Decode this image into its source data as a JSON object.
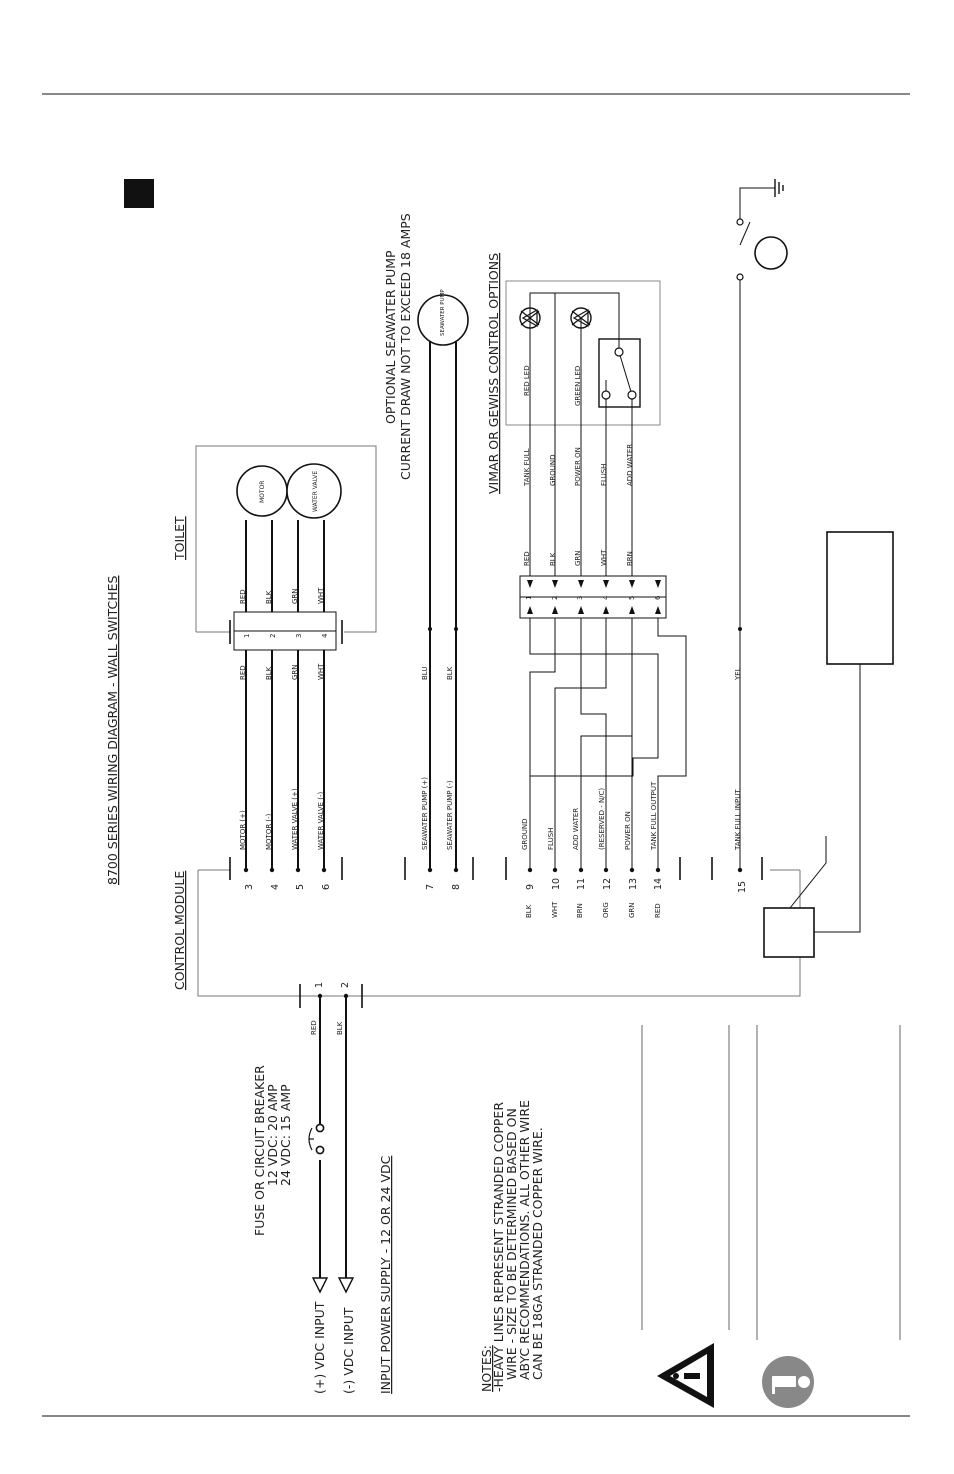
{
  "diagram": {
    "title": "8700 SERIES WIRING DIAGRAM - WALL SWITCHES",
    "control_module_label": "CONTROL MODULE",
    "toilet_label": "TOILET",
    "pump_note_1": "OPTIONAL SEAWATER PUMP",
    "pump_note_2": "CURRENT DRAW NOT TO EXCEED 18 AMPS",
    "switch_options_label": "VIMAR OR GEWISS CONTROL OPTIONS",
    "fuse": {
      "line1": "FUSE OR CIRCUIT BREAKER",
      "line2": "12 VDC: 20 AMP",
      "line3": "24 VDC: 15 AMP"
    },
    "inputs": {
      "pos": "(+) VDC INPUT",
      "neg": "(-) VDC INPUT",
      "supply": "INPUT POWER SUPPLY - 12 OR 24 VDC",
      "pin1": "1",
      "pin2": "2",
      "wire1": "RED",
      "wire2": "BLK"
    },
    "notes": {
      "heading": "NOTES:",
      "lines": [
        "-HEAVY LINES REPRESENT STRANDED COPPER",
        "WIRE - SIZE TO BE DETERMINED BASED ON",
        "ABYC RECOMMENDATIONS. ALL OTHER WIRE",
        "CAN BE 18GA STRANDED COPPER WIRE."
      ]
    },
    "module_terminals": [
      {
        "num": "3",
        "func": "MOTOR (+)",
        "wire": "RED"
      },
      {
        "num": "4",
        "func": "MOTOR (-)",
        "wire": "BLK"
      },
      {
        "num": "5",
        "func": "WATER VALVE (+)",
        "wire": "GRN"
      },
      {
        "num": "6",
        "func": "WATER VALVE (-)",
        "wire": "WHT"
      },
      {
        "num": "7",
        "func": "SEAWATER PUMP (+)",
        "wire": "BLU"
      },
      {
        "num": "8",
        "func": "SEAWATER PUMP (-)",
        "wire": "BLK"
      },
      {
        "num": "9",
        "func": "GROUND",
        "color": "BLK"
      },
      {
        "num": "10",
        "func": "FLUSH",
        "color": "WHT"
      },
      {
        "num": "11",
        "func": "ADD WATER",
        "color": "BRN"
      },
      {
        "num": "12",
        "func": "(RESERVED - N/C)",
        "color": "ORG"
      },
      {
        "num": "13",
        "func": "POWER ON",
        "color": "GRN"
      },
      {
        "num": "14",
        "func": "TANK FULL OUTPUT",
        "color": "RED"
      },
      {
        "num": "15",
        "func": "TANK FULL INPUT",
        "wire": "YEL"
      }
    ],
    "toilet_terminals": [
      {
        "num": "1",
        "wire": "RED"
      },
      {
        "num": "2",
        "wire": "BLK"
      },
      {
        "num": "3",
        "wire": "GRN"
      },
      {
        "num": "4",
        "wire": "WHT"
      }
    ],
    "motor": "MOTOR",
    "water_valve": "WATER VALVE",
    "seawater_pump": "SEAWATER PUMP",
    "switch_terminals": [
      {
        "num": "1",
        "wire": "RED",
        "func": "TANK FULL"
      },
      {
        "num": "2",
        "wire": "BLK",
        "func": "GROUND"
      },
      {
        "num": "3",
        "wire": "GRN",
        "func": "POWER ON"
      },
      {
        "num": "4",
        "wire": "WHT",
        "func": "FLUSH"
      },
      {
        "num": "5",
        "wire": "BRN",
        "func": "ADD WATER"
      },
      {
        "num": "6",
        "wire": "",
        "func": ""
      }
    ],
    "red_led": "RED LED",
    "green_led": "GREEN LED"
  }
}
